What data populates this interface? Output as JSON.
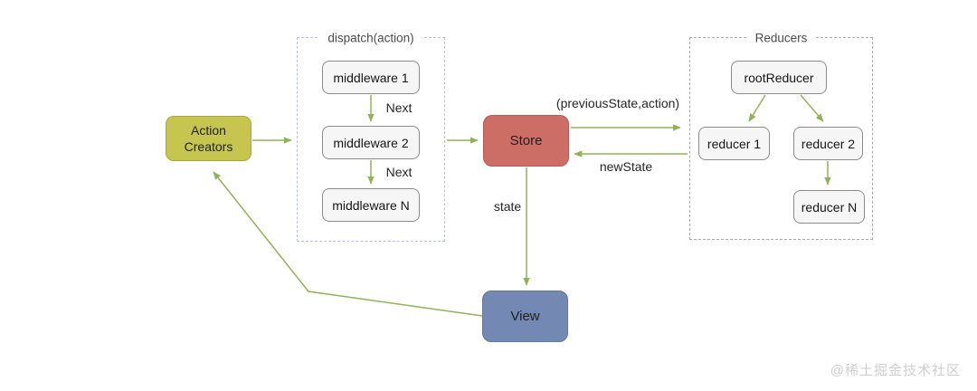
{
  "nodes": {
    "action_creators": "Action\nCreators",
    "store": "Store",
    "view": "View"
  },
  "groups": {
    "dispatch": {
      "title": "dispatch(action)",
      "items": [
        "middleware 1",
        "middleware 2",
        "middleware N"
      ],
      "next_labels": [
        "Next",
        "Next"
      ]
    },
    "reducers": {
      "title": "Reducers",
      "root": "rootReducer",
      "items": [
        "reducer 1",
        "reducer 2",
        "reducer N"
      ]
    }
  },
  "edge_labels": {
    "previous_state": "(previousState,action)",
    "new_state": "newState",
    "state": "state"
  },
  "watermark": "@稀土掘金技术社区",
  "colors": {
    "action_creators_fill": "#c6c550",
    "store_fill": "#cd6e66",
    "view_fill": "#7388b2",
    "process_box_fill": "#f6f6f6",
    "process_box_border": "#8b8b8b",
    "arrow": "#93b158",
    "dispatch_group_border": "#b7bfe8",
    "reducers_group_border": "#ababab"
  }
}
